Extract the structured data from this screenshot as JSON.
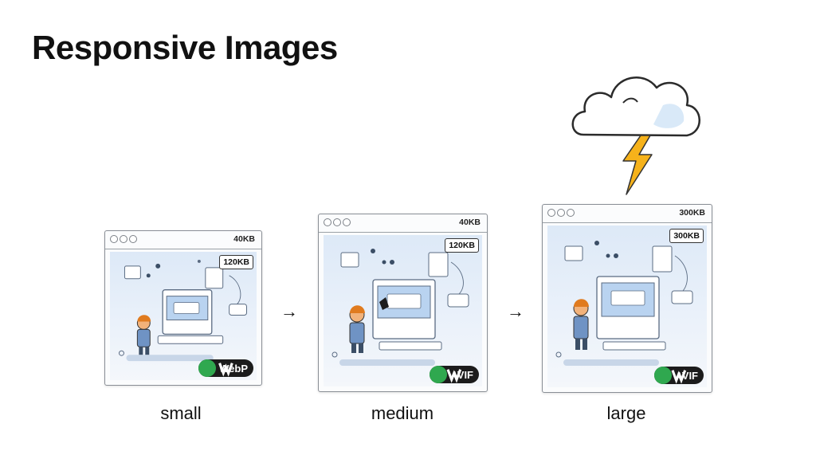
{
  "title": "Responsive Images",
  "arrow_glyph": "→",
  "variants": [
    {
      "label": "small",
      "header_size": "40KB",
      "badge_size": "120KB",
      "format": "WebP"
    },
    {
      "label": "medium",
      "header_size": "40KB",
      "badge_size": "120KB",
      "format": "AVIF"
    },
    {
      "label": "large",
      "header_size": "300KB",
      "badge_size": "300KB",
      "format": "AVIF"
    }
  ],
  "colors": {
    "format_icon": "#2fa84f",
    "cloud_bolt": "#f6b21a",
    "canvas_blue": "#dde9f7"
  },
  "icons": [
    "cloud-icon",
    "lightning-bolt-icon",
    "format-logo-icon"
  ]
}
